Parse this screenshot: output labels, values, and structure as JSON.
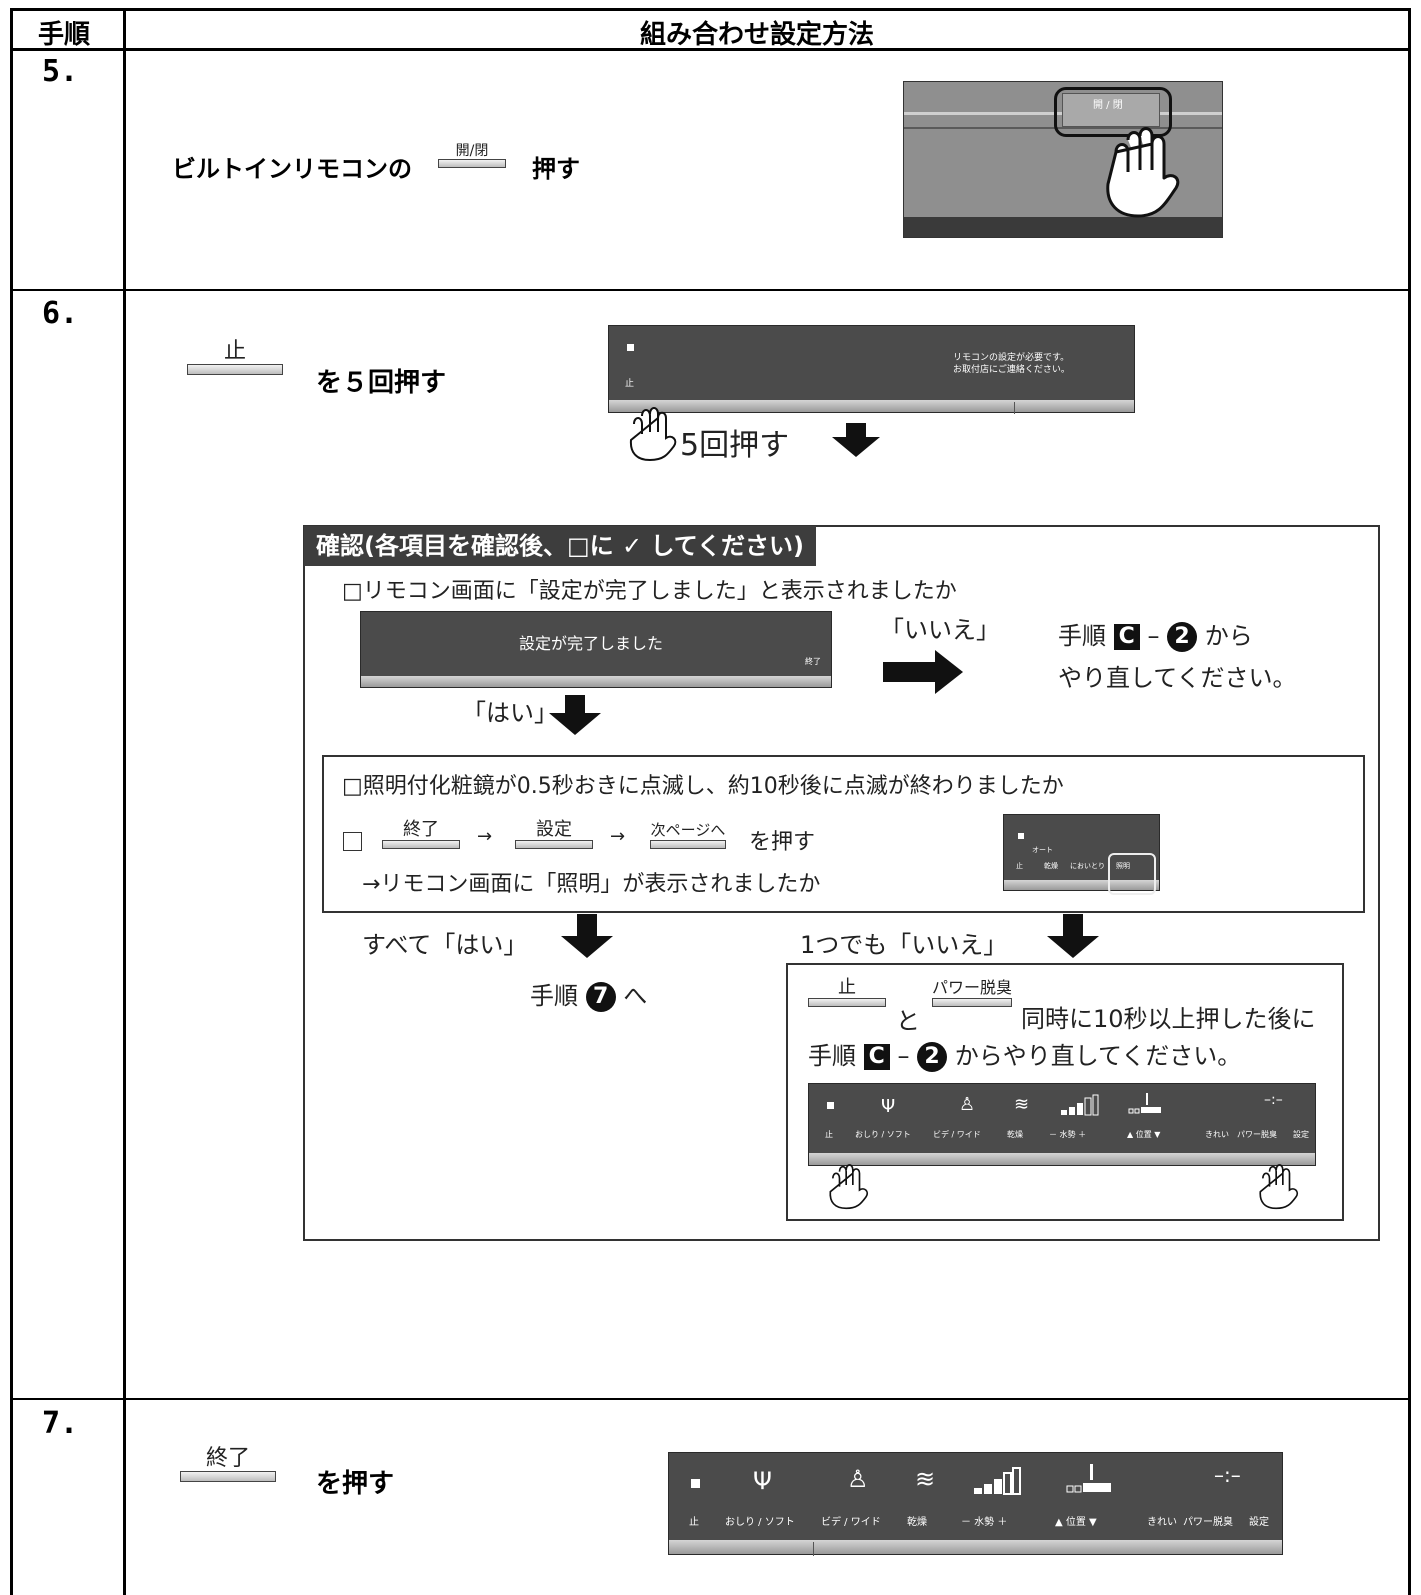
{
  "table": {
    "header": {
      "col1": "手順",
      "col2": "組み合わせ設定方法"
    },
    "steps": [
      {
        "num": "5.",
        "text_before": "ビルトインリモコンの",
        "key": "開/閉",
        "text_after": "押す",
        "panel_button": "開 / 閉"
      },
      {
        "num": "6.",
        "key": "止",
        "text_after": "を５回押す",
        "panel": {
          "stop": "止",
          "message_line1": "リモコンの設定が必要です。",
          "message_line2": "お取付店にご連絡ください。",
          "press_note": "5回押す"
        }
      },
      {
        "num": "7.",
        "key": "終了",
        "text_after": "を押す"
      }
    ]
  },
  "confirm": {
    "title": "確認(各項目を確認後、□に ✓ してください)",
    "q1": "□リモコン画面に「設定が完了しました」と表示されましたか",
    "screen_text": "設定が完了しました",
    "screen_small": "終了",
    "no_label": "「いいえ」",
    "redo_prefix": "手順",
    "redo_c": "C",
    "redo_dash": "–",
    "redo_num": "2",
    "redo_suffix": "から",
    "redo_line2": "やり直してください。",
    "yes_label": "「はい」",
    "q2": "□照明付化粧鏡が0.5秒おきに点滅し、約10秒後に点滅が終わりましたか",
    "q3_keys": [
      "終了",
      "設定",
      "次ページへ"
    ],
    "q3_arrow": "→",
    "q3_suffix": "を押す",
    "q3_line2": "→リモコン画面に「照明」が表示されましたか",
    "mini_panel": {
      "dot": "■",
      "auto": "オート",
      "stop": "止",
      "dry": "乾燥",
      "smell": "においとり",
      "light": "照明"
    },
    "all_yes": "すべて「はい」",
    "any_no": "1つでも「いいえ」",
    "goto_prefix": "手順",
    "goto_num": "7",
    "goto_suffix": "へ",
    "fix_key1": "止",
    "fix_to": "と",
    "fix_key2": "パワー脱臭",
    "fix_text1": "同時に10秒以上押した後に",
    "fix_prefix": "手順",
    "fix_c": "C",
    "fix_dash": "–",
    "fix_num": "2",
    "fix_text2": "からやり直してください。"
  },
  "remote": {
    "labels": [
      "止",
      "おしり / ソフト",
      "ビデ / ワイド",
      "乾燥",
      "－ 水勢 ＋",
      "▲ 位置 ▼",
      "きれい",
      "パワー脱臭",
      "設定"
    ],
    "clock": "–:–"
  }
}
